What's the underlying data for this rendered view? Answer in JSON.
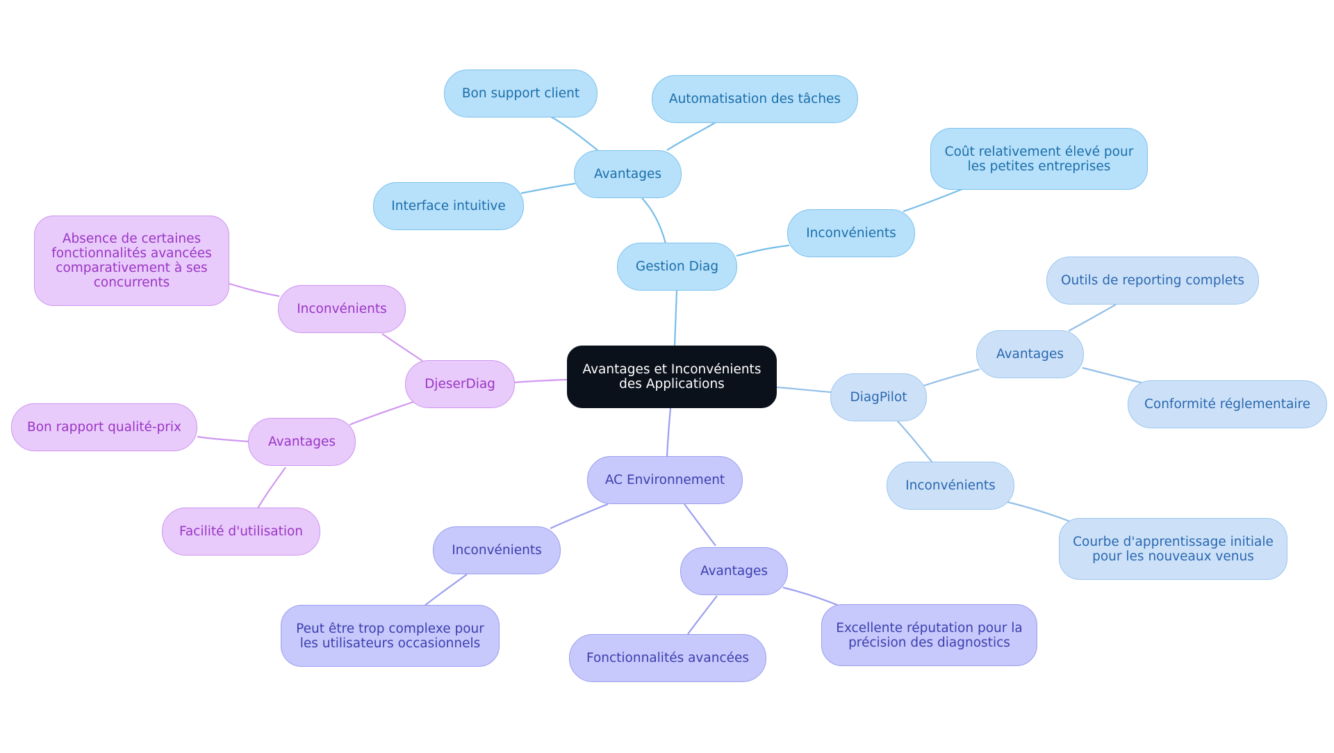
{
  "diagram": {
    "center": "Avantages et Inconvénients\ndes Applications",
    "branches": {
      "gestion": {
        "label": "Gestion Diag",
        "advantages_label": "Avantages",
        "advantages": [
          "Bon support client",
          "Automatisation des tâches",
          "Interface intuitive"
        ],
        "drawbacks_label": "Inconvénients",
        "drawbacks": [
          "Coût relativement élevé pour\nles petites entreprises"
        ]
      },
      "diagpilot": {
        "label": "DiagPilot",
        "advantages_label": "Avantages",
        "advantages": [
          "Outils de reporting complets",
          "Conformité réglementaire"
        ],
        "drawbacks_label": "Inconvénients",
        "drawbacks": [
          "Courbe d'apprentissage initiale\npour les nouveaux venus"
        ]
      },
      "ac": {
        "label": "AC Environnement",
        "advantages_label": "Avantages",
        "advantages": [
          "Fonctionnalités avancées",
          "Excellente réputation pour la\nprécision des diagnostics"
        ],
        "drawbacks_label": "Inconvénients",
        "drawbacks": [
          "Peut être trop complexe pour\nles utilisateurs occasionnels"
        ]
      },
      "djeser": {
        "label": "DjeserDiag",
        "advantages_label": "Avantages",
        "advantages": [
          "Bon rapport qualité-prix",
          "Facilité d'utilisation"
        ],
        "drawbacks_label": "Inconvénients",
        "drawbacks": [
          "Absence de certaines\nfonctionnalités avancées\ncomparativement à ses\nconcurrents"
        ]
      }
    }
  },
  "colors": {
    "center_fill": "#0b111b",
    "gestion_fill": "#b7e0fb",
    "diagpilot_fill": "#cce1f8",
    "ac_fill": "#c7c8fb",
    "djeser_fill": "#e8cafb"
  }
}
